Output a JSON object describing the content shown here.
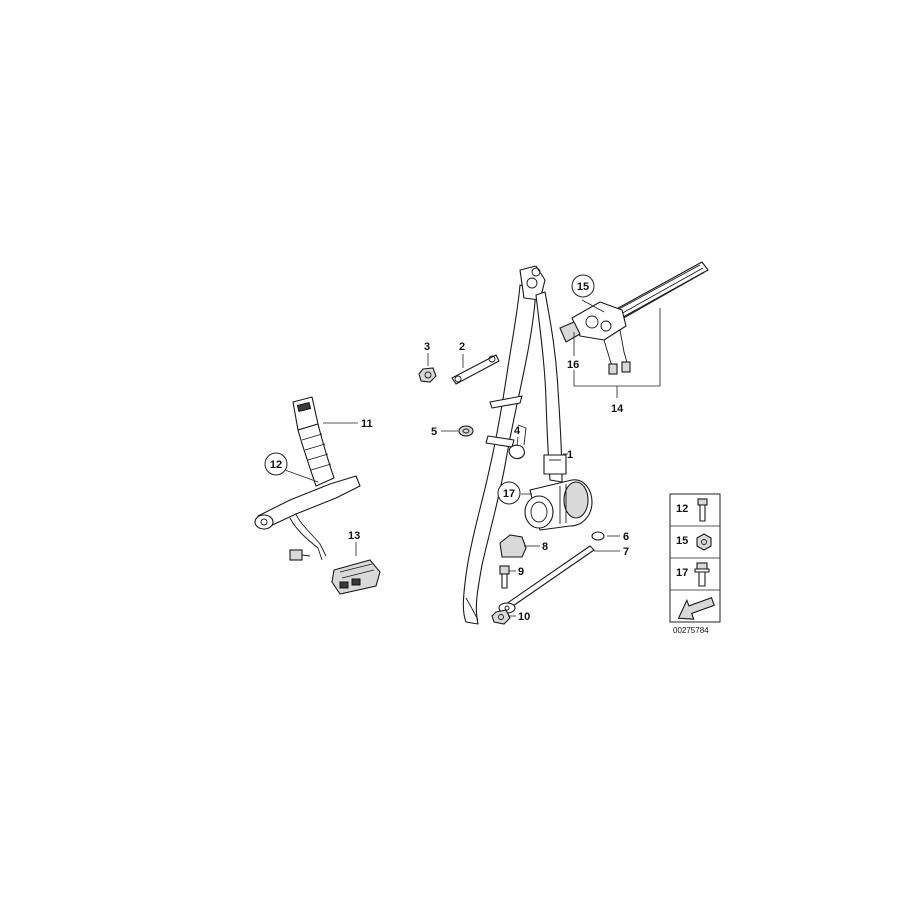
{
  "callouts": {
    "c1": "1",
    "c2": "2",
    "c3": "3",
    "c4": "4",
    "c5": "5",
    "c6": "6",
    "c7": "7",
    "c8": "8",
    "c9": "9",
    "c10": "10",
    "c11": "11",
    "c12": "12",
    "c13": "13",
    "c14": "14",
    "c15": "15",
    "c16": "16",
    "c17": "17"
  },
  "legend": {
    "row1": "12",
    "row2": "15",
    "row3": "17"
  },
  "document_number": "00275784"
}
